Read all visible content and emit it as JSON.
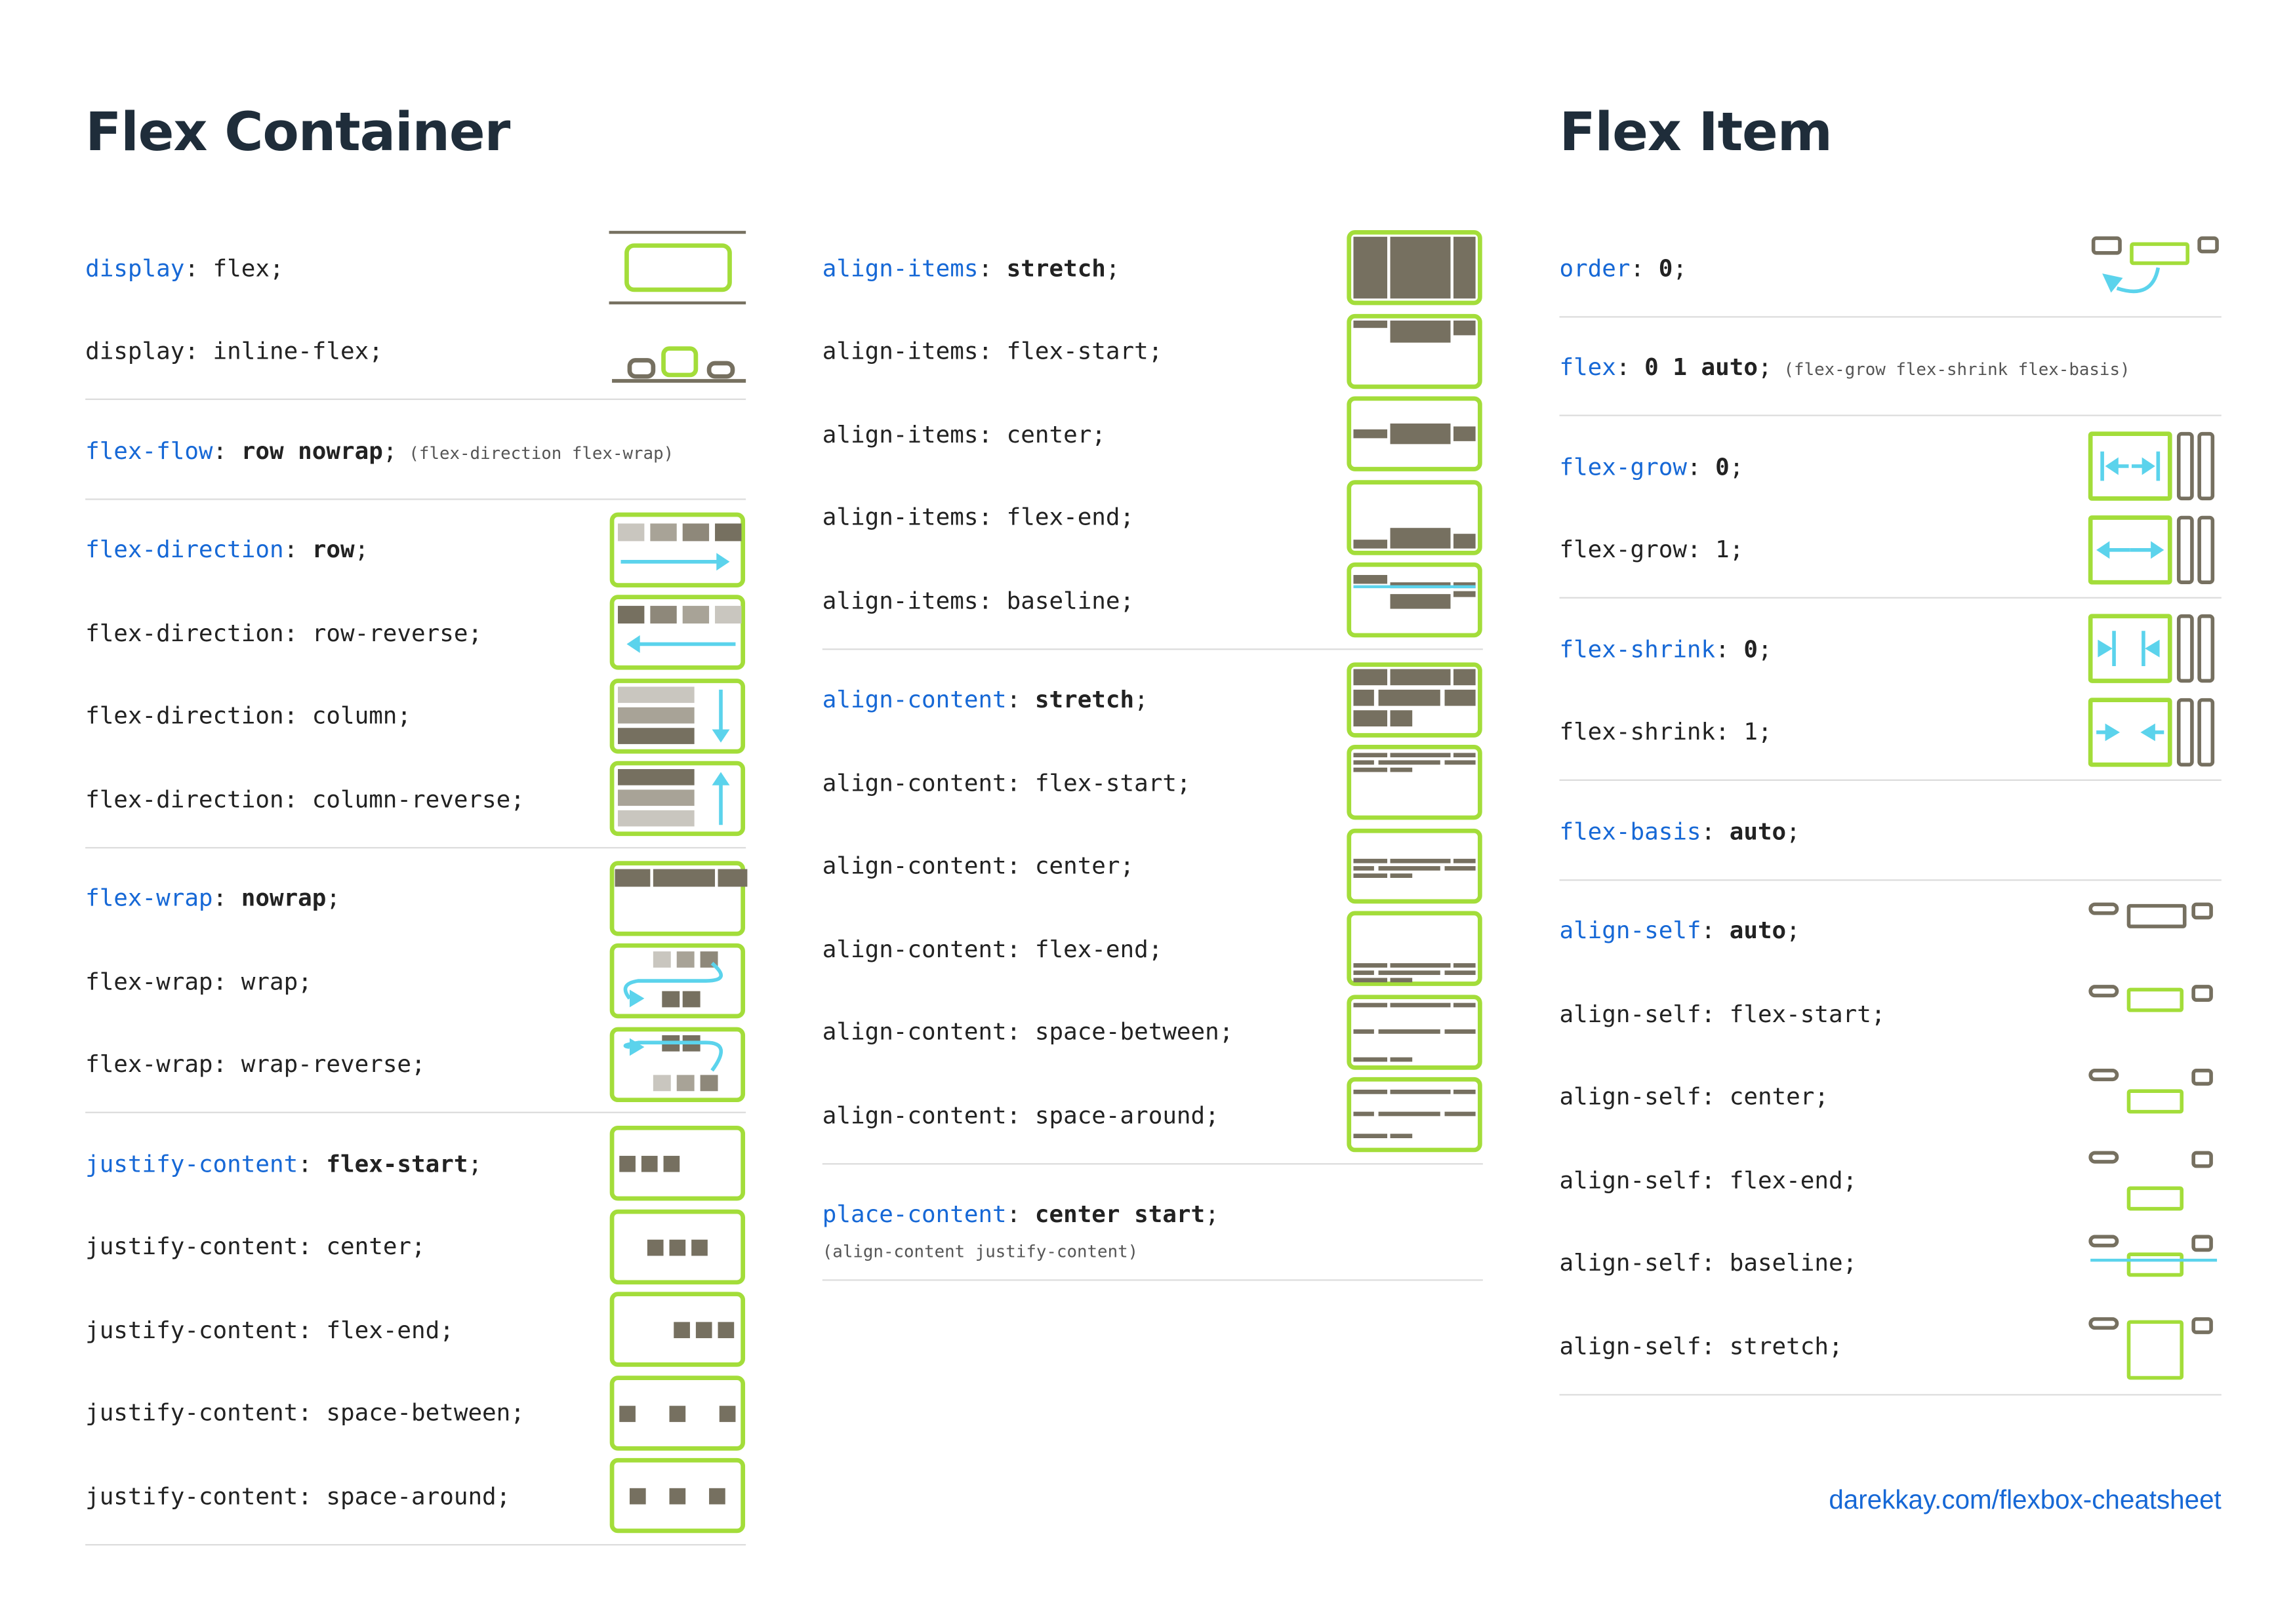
{
  "colors": {
    "property": "#1668d6",
    "frame": "#a3dd3a",
    "item": "#767060",
    "arrow": "#5bd3ec"
  },
  "flex_container": {
    "title": "Flex Container",
    "left_sections": [
      {
        "rows": [
          {
            "prop": "display",
            "value": "flex",
            "bold": false,
            "icon": "display-flex-icon"
          },
          {
            "prop": "display",
            "value": "inline-flex",
            "bold": false,
            "icon": "display-inline-flex-icon"
          }
        ]
      },
      {
        "rows": [
          {
            "prop": "flex-flow",
            "value": "row nowrap",
            "bold": true,
            "note": "(flex-direction flex-wrap)"
          }
        ]
      },
      {
        "rows": [
          {
            "prop": "flex-direction",
            "value": "row",
            "bold": true,
            "icon": "direction-row-icon"
          },
          {
            "prop": "flex-direction",
            "value": "row-reverse",
            "icon": "direction-row-reverse-icon"
          },
          {
            "prop": "flex-direction",
            "value": "column",
            "icon": "direction-column-icon"
          },
          {
            "prop": "flex-direction",
            "value": "column-reverse",
            "icon": "direction-column-reverse-icon"
          }
        ]
      },
      {
        "rows": [
          {
            "prop": "flex-wrap",
            "value": "nowrap",
            "bold": true,
            "icon": "wrap-nowrap-icon"
          },
          {
            "prop": "flex-wrap",
            "value": "wrap",
            "icon": "wrap-wrap-icon"
          },
          {
            "prop": "flex-wrap",
            "value": "wrap-reverse",
            "icon": "wrap-reverse-icon"
          }
        ]
      },
      {
        "rows": [
          {
            "prop": "justify-content",
            "value": "flex-start",
            "bold": true,
            "icon": "justify-flex-start-icon"
          },
          {
            "prop": "justify-content",
            "value": "center",
            "icon": "justify-center-icon"
          },
          {
            "prop": "justify-content",
            "value": "flex-end",
            "icon": "justify-flex-end-icon"
          },
          {
            "prop": "justify-content",
            "value": "space-between",
            "icon": "justify-space-between-icon"
          },
          {
            "prop": "justify-content",
            "value": "space-around",
            "icon": "justify-space-around-icon"
          }
        ]
      }
    ],
    "middle_sections": [
      {
        "rows": [
          {
            "prop": "align-items",
            "value": "stretch",
            "bold": true,
            "icon": "align-items-stretch-icon"
          },
          {
            "prop": "align-items",
            "value": "flex-start",
            "icon": "align-items-flex-start-icon"
          },
          {
            "prop": "align-items",
            "value": "center",
            "icon": "align-items-center-icon"
          },
          {
            "prop": "align-items",
            "value": "flex-end",
            "icon": "align-items-flex-end-icon"
          },
          {
            "prop": "align-items",
            "value": "baseline",
            "icon": "align-items-baseline-icon"
          }
        ]
      },
      {
        "rows": [
          {
            "prop": "align-content",
            "value": "stretch",
            "bold": true,
            "icon": "align-content-stretch-icon"
          },
          {
            "prop": "align-content",
            "value": "flex-start",
            "icon": "align-content-flex-start-icon"
          },
          {
            "prop": "align-content",
            "value": "center",
            "icon": "align-content-center-icon"
          },
          {
            "prop": "align-content",
            "value": "flex-end",
            "icon": "align-content-flex-end-icon"
          },
          {
            "prop": "align-content",
            "value": "space-between",
            "icon": "align-content-space-between-icon"
          },
          {
            "prop": "align-content",
            "value": "space-around",
            "icon": "align-content-space-around-icon"
          }
        ]
      },
      {
        "rows": [
          {
            "prop": "place-content",
            "value": "center start",
            "bold": true
          }
        ],
        "subnote": "(align-content justify-content)"
      }
    ]
  },
  "flex_item": {
    "title": "Flex Item",
    "sections": [
      {
        "rows": [
          {
            "prop": "order",
            "value": "0",
            "bold": true,
            "icon": "order-icon"
          }
        ]
      },
      {
        "rows": [
          {
            "prop": "flex",
            "value": "0 1 auto",
            "bold": true,
            "note": "(flex-grow flex-shrink flex-basis)"
          }
        ]
      },
      {
        "rows": [
          {
            "prop": "flex-grow",
            "value": "0",
            "bold": true,
            "icon": "flex-grow-0-icon"
          },
          {
            "prop": "flex-grow",
            "value": "1",
            "icon": "flex-grow-1-icon"
          }
        ]
      },
      {
        "rows": [
          {
            "prop": "flex-shrink",
            "value": "0",
            "bold": true,
            "icon": "flex-shrink-0-icon"
          },
          {
            "prop": "flex-shrink",
            "value": "1",
            "icon": "flex-shrink-1-icon"
          }
        ]
      },
      {
        "rows": [
          {
            "prop": "flex-basis",
            "value": "auto",
            "bold": true
          }
        ]
      },
      {
        "rows": [
          {
            "prop": "align-self",
            "value": "auto",
            "bold": true,
            "icon": "align-self-auto-icon"
          },
          {
            "prop": "align-self",
            "value": "flex-start",
            "icon": "align-self-flex-start-icon"
          },
          {
            "prop": "align-self",
            "value": "center",
            "icon": "align-self-center-icon"
          },
          {
            "prop": "align-self",
            "value": "flex-end",
            "icon": "align-self-flex-end-icon"
          },
          {
            "prop": "align-self",
            "value": "baseline",
            "icon": "align-self-baseline-icon"
          },
          {
            "prop": "align-self",
            "value": "stretch",
            "icon": "align-self-stretch-icon"
          }
        ]
      }
    ]
  },
  "footer": {
    "link": "darekkay.com/flexbox-cheatsheet"
  }
}
